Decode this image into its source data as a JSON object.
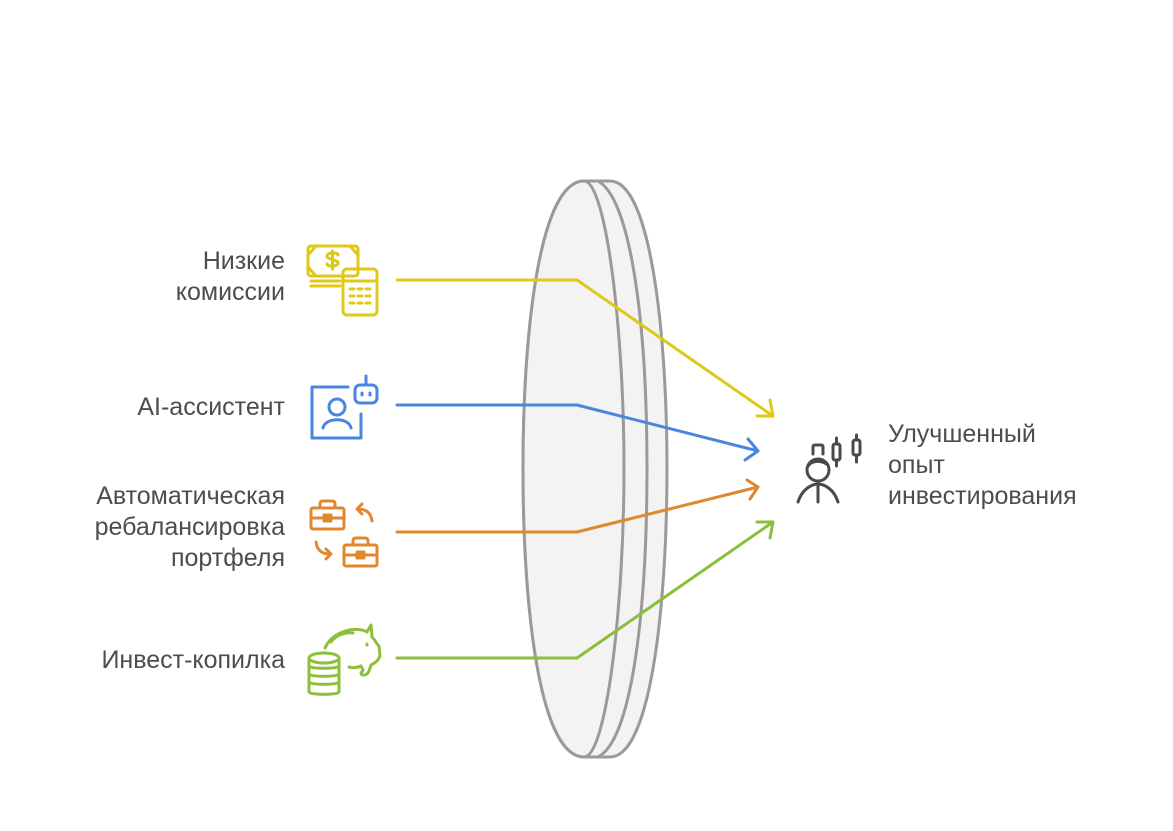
{
  "diagram": {
    "type": "lens-convergence",
    "colors": {
      "text": "#4d4d4d",
      "lens_stroke": "#9a9a9a",
      "lens_fill": "#f3f3f3",
      "outcome_icon": "#4a4a4a"
    },
    "inputs": [
      {
        "lines": [
          "Низкие",
          "комиссии"
        ],
        "icon": "money-calculator-icon",
        "color": "#e0c818"
      },
      {
        "lines": [
          "AI-ассистент"
        ],
        "icon": "ai-assistant-profile-icon",
        "color": "#4a86e0"
      },
      {
        "lines": [
          "Автоматическая",
          "ребалансировка",
          "портфеля"
        ],
        "icon": "briefcase-swap-icon",
        "color": "#e0882e"
      },
      {
        "lines": [
          "Инвест-копилка"
        ],
        "icon": "piggy-bank-coins-icon",
        "color": "#8cbf3a"
      }
    ],
    "output": {
      "lines": [
        "Улучшенный",
        "опыт",
        "инвестирования"
      ],
      "icon": "investor-candlestick-icon"
    }
  }
}
